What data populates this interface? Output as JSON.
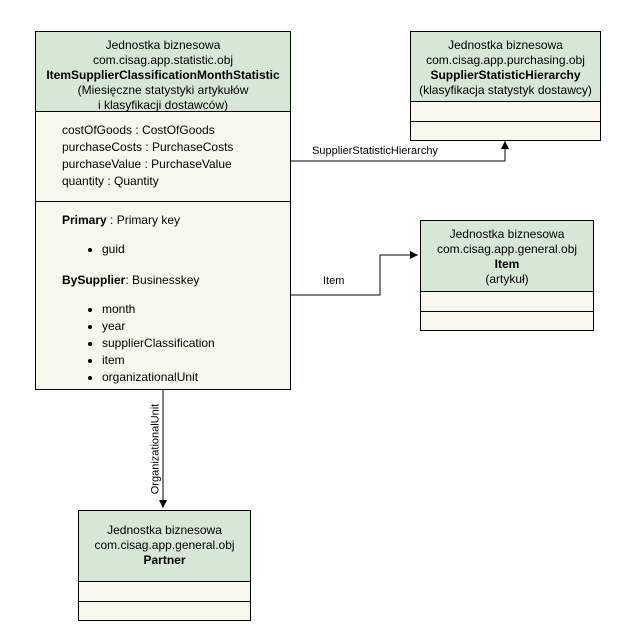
{
  "main_entity": {
    "type": "Jednostka biznesowa",
    "package": "com.cisag.app.statistic.obj",
    "name": "ItemSupplierClassificationMonthStatistic",
    "desc1": "(Miesięczne statystyki artykułów",
    "desc2": "i klasyfikacji dostawców)",
    "attributes": [
      "costOfGoods : CostOfGoods",
      "purchaseCosts : PurchaseCosts",
      "purchaseValue : PurchaseValue",
      "quantity : Quantity"
    ],
    "primary_label": "Primary",
    "primary_suffix": " : Primary key",
    "primary_items": [
      "guid"
    ],
    "bysupplier_label": "BySupplier",
    "bysupplier_suffix": ": Businesskey",
    "bysupplier_items": [
      "month",
      "year",
      "supplierClassification",
      "item",
      "organizationalUnit"
    ]
  },
  "hierarchy_entity": {
    "type": "Jednostka biznesowa",
    "package": "com.cisag.app.purchasing.obj",
    "name": "SupplierStatisticHierarchy",
    "desc": "(klasyfikacja statystyk dostawcy)"
  },
  "item_entity": {
    "type": "Jednostka biznesowa",
    "package": "com.cisag.app.general.obj",
    "name": "Item",
    "desc": "(artykuł)"
  },
  "partner_entity": {
    "type": "Jednostka biznesowa",
    "package": "com.cisag.app.general.obj",
    "name": "Partner"
  },
  "edges": {
    "hierarchy": "SupplierStatisticHierarchy",
    "item": "Item",
    "org_unit": "OrganizationalUnit"
  }
}
